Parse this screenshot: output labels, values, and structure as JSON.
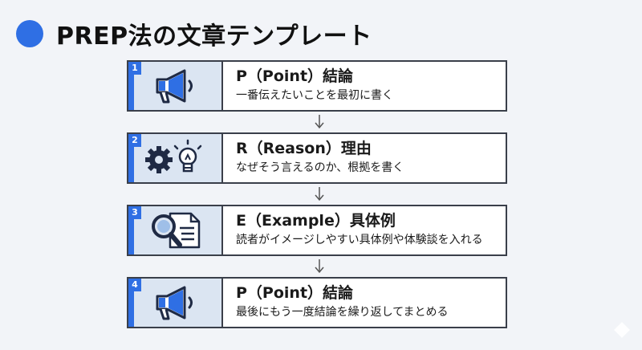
{
  "title": "PREP法の文章テンプレート",
  "steps": [
    {
      "number": "1",
      "heading": "P（Point）結論",
      "desc": "一番伝えたいことを最初に書く",
      "icon": "megaphone-icon"
    },
    {
      "number": "2",
      "heading": "R（Reason）理由",
      "desc": "なぜそう言えるのか、根拠を書く",
      "icon": "gear-lightbulb-icon"
    },
    {
      "number": "3",
      "heading": "E（Example）具体例",
      "desc": "読者がイメージしやすい具体例や体験談を入れる",
      "icon": "magnifier-document-icon"
    },
    {
      "number": "4",
      "heading": "P（Point）結論",
      "desc": "最後にもう一度結論を繰り返してまとめる",
      "icon": "megaphone-icon"
    }
  ],
  "colors": {
    "accent": "#2f6fe4",
    "icon_bg": "#dbe5f2",
    "border": "#3a3f4a",
    "page_bg": "#f2f4f8"
  }
}
